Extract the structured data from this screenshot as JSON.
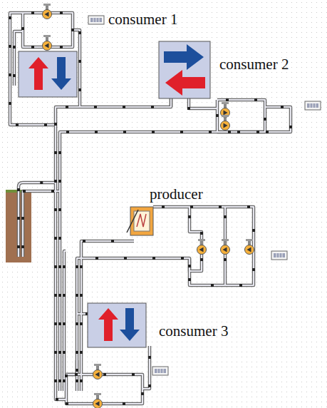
{
  "diagram": {
    "labels": [
      "consumer 1",
      "consumer 2",
      "producer",
      "consumer 3"
    ]
  }
}
